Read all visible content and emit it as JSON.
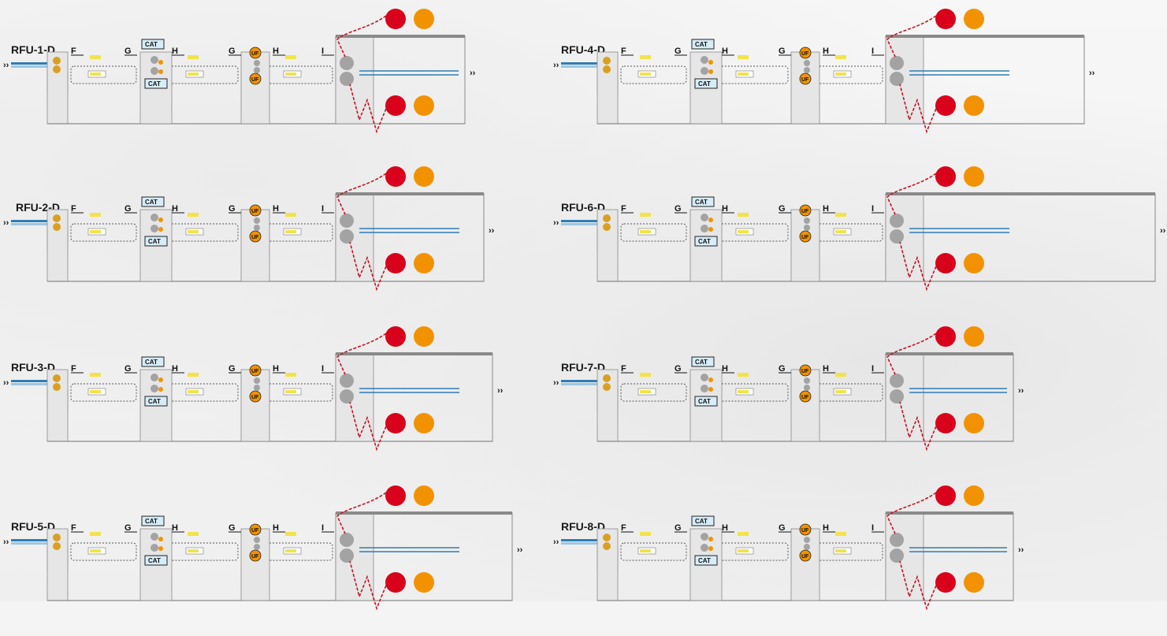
{
  "units": [
    {
      "id": "rfu1",
      "title": "RFU-1-D",
      "col": 0,
      "row": 0,
      "variant": "d1"
    },
    {
      "id": "rfu2",
      "title": "RFU-2-D",
      "col": 0,
      "row": 1,
      "variant": "d2"
    },
    {
      "id": "rfu3",
      "title": "RFU-3-D",
      "col": 0,
      "row": 2,
      "variant": "d3"
    },
    {
      "id": "rfu5",
      "title": "RFU-5-D",
      "col": 0,
      "row": 3,
      "variant": "d5"
    },
    {
      "id": "rfu4",
      "title": "RFU-4-D",
      "col": 1,
      "row": 0,
      "variant": "d4"
    },
    {
      "id": "rfu6",
      "title": "RFU-6-D",
      "col": 1,
      "row": 1,
      "variant": "d6"
    },
    {
      "id": "rfu7",
      "title": "RFU-7-D",
      "col": 1,
      "row": 2,
      "variant": "d7"
    },
    {
      "id": "rfu8",
      "title": "RFU-8-D",
      "col": 1,
      "row": 3,
      "variant": "d8"
    }
  ],
  "labels": {
    "f": "F",
    "g": "G",
    "h": "H",
    "i": "I",
    "cat": "CAT",
    "uf": "UF",
    "arrow": "››"
  },
  "colors": {
    "frame": "#e6e6e6",
    "frameStroke": "#8a8a8a",
    "gray": "#a3a3a3",
    "red": "#d9001b",
    "orange": "#f39200",
    "gold": "#d9a020",
    "belt": "#2e7db5",
    "catBox": "#d6ecf8",
    "yellow": "#f2e34a",
    "dash": "#cc1122"
  }
}
